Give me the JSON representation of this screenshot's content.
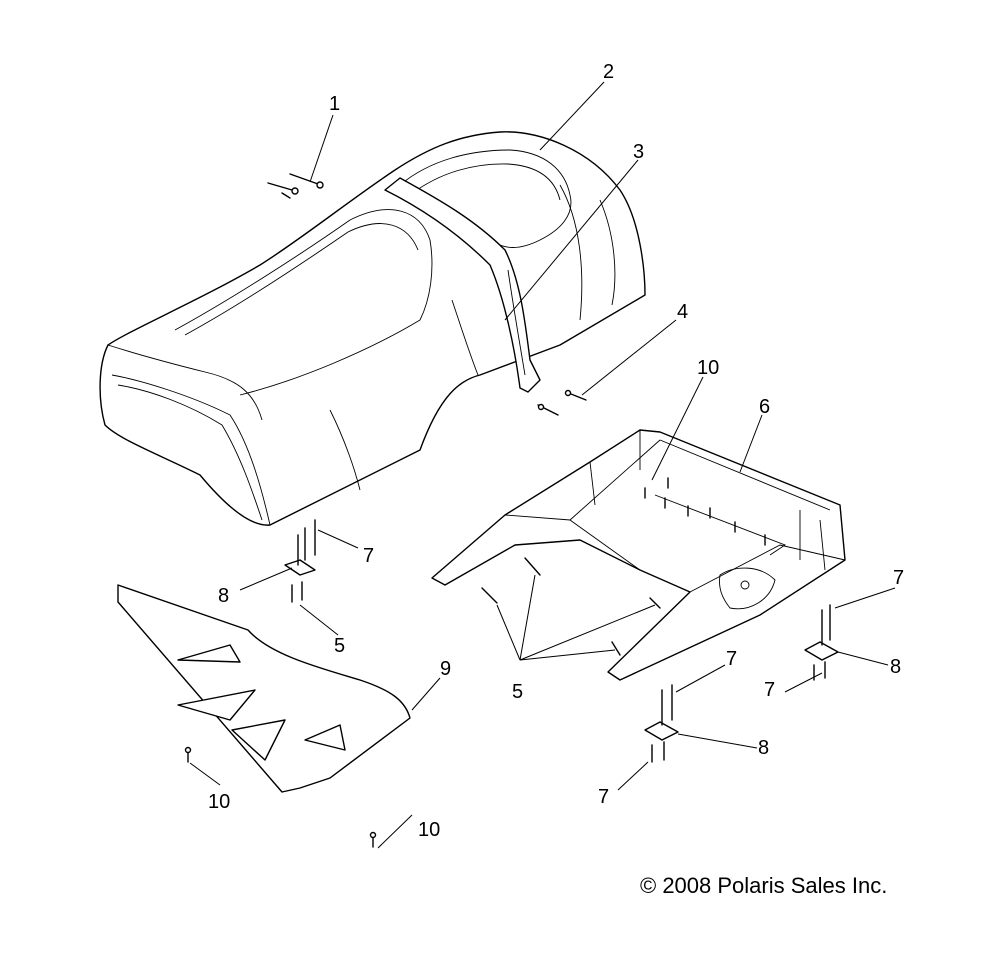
{
  "callouts": {
    "c1": "1",
    "c2": "2",
    "c3": "3",
    "c4": "4",
    "c5a": "5",
    "c5b": "5",
    "c6": "6",
    "c7a": "7",
    "c7b": "7",
    "c7c": "7",
    "c7d": "7",
    "c7e": "7",
    "c8a": "8",
    "c8b": "8",
    "c8c": "8",
    "c9": "9",
    "c10a": "10",
    "c10b": "10",
    "c10c": "10"
  },
  "copyright": "© 2008 Polaris Sales Inc."
}
